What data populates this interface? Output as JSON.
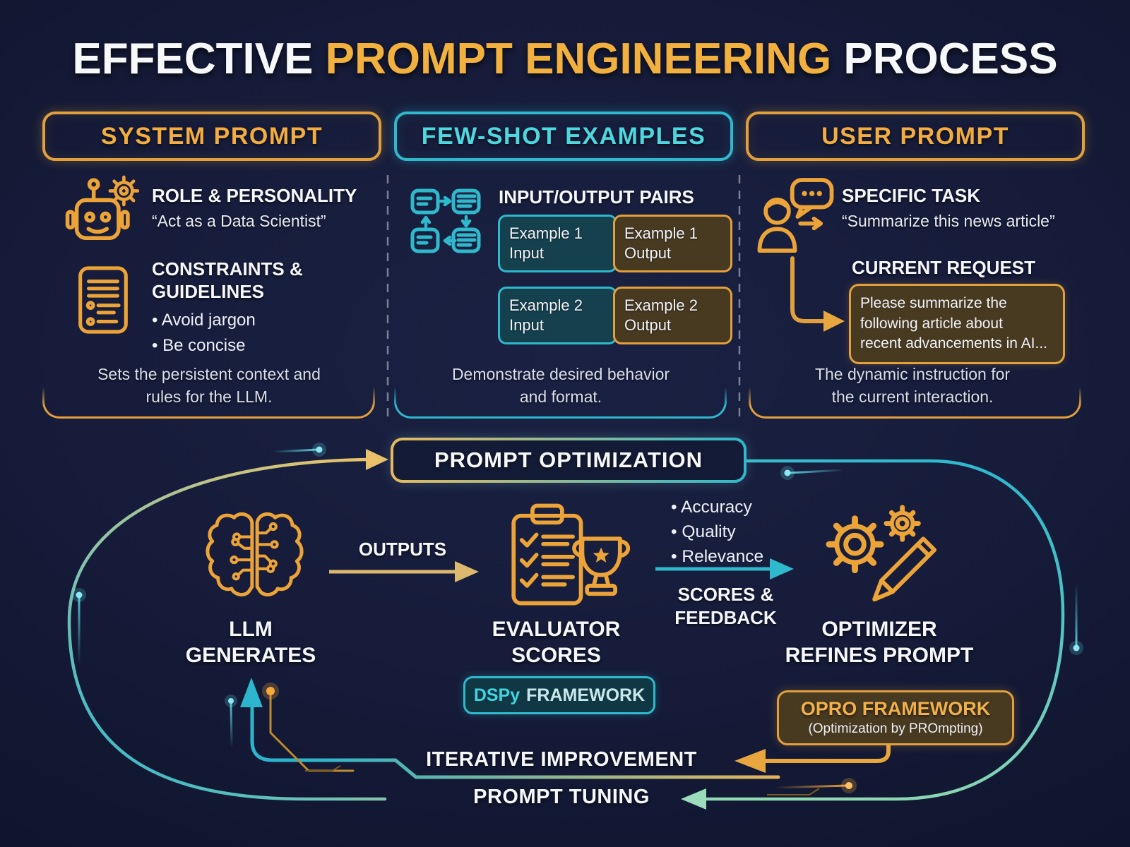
{
  "title": {
    "white1": "EFFECTIVE ",
    "gold": "PROMPT ENGINEERING",
    "white2": " PROCESS"
  },
  "columns": {
    "system": {
      "header": "SYSTEM PROMPT",
      "role_title": "ROLE & PERSONALITY",
      "role_quote": "“Act as a Data Scientist”",
      "constraints_title": "CONSTRAINTS &\nGUIDELINES",
      "constraints_bullets": "• Avoid jargon\n• Be concise",
      "footer": "Sets the persistent context and\nrules for the LLM."
    },
    "fewshot": {
      "header": "FEW-SHOT EXAMPLES",
      "pairs_title": "INPUT/OUTPUT PAIRS",
      "ex1_input": "Example 1\nInput",
      "ex1_output": "Example 1\nOutput",
      "ex2_input": "Example 2\nInput",
      "ex2_output": "Example 2\nOutput",
      "footer": "Demonstrate desired behavior\nand format."
    },
    "user": {
      "header": "USER PROMPT",
      "task_title": "SPECIFIC TASK",
      "task_quote": "“Summarize this news article”",
      "request_title": "CURRENT REQUEST",
      "request_text": "Please summarize the\nfollowing article about\nrecent advancements in AI...",
      "footer": "The dynamic instruction for\nthe current interaction."
    }
  },
  "flow": {
    "optimization": "PROMPT OPTIMIZATION",
    "llm": "LLM\nGENERATES",
    "outputs": "OUTPUTS",
    "evaluator": "EVALUATOR\nSCORES",
    "criteria": "• Accuracy\n• Quality\n• Relevance",
    "scores": "SCORES &\nFEEDBACK",
    "optimizer": "OPTIMIZER\nREFINES PROMPT",
    "dspy_name": "DSPy",
    "dspy_word": "FRAMEWORK",
    "opro_title": "OPRO FRAMEWORK",
    "opro_sub": "(Optimization by PROmpting)",
    "iterative": "ITERATIVE IMPROVEMENT",
    "tuning": "PROMPT TUNING"
  },
  "colors": {
    "background": "#151b38",
    "accent_orange": "#e2a03c",
    "accent_gold": "#e9c16b",
    "accent_teal": "#2fb9cc",
    "teal_text": "#4dd7df",
    "mint": "#9bdcbc",
    "brown_box": "#483921",
    "teal_box": "#15404e",
    "title_gold": "#f2b13e"
  },
  "icons": {
    "robot-gear-icon": "robot head with gear",
    "document-list-icon": "document with checklist lines",
    "io-pairs-icon": "four cards with cycle arrows",
    "user-chat-icon": "person with speech bubble and arrow",
    "brain-circuit-icon": "circuit-board brain",
    "clipboard-trophy-icon": "checklist clipboard with trophy",
    "gears-pencil-icon": "two gears with pencil"
  }
}
